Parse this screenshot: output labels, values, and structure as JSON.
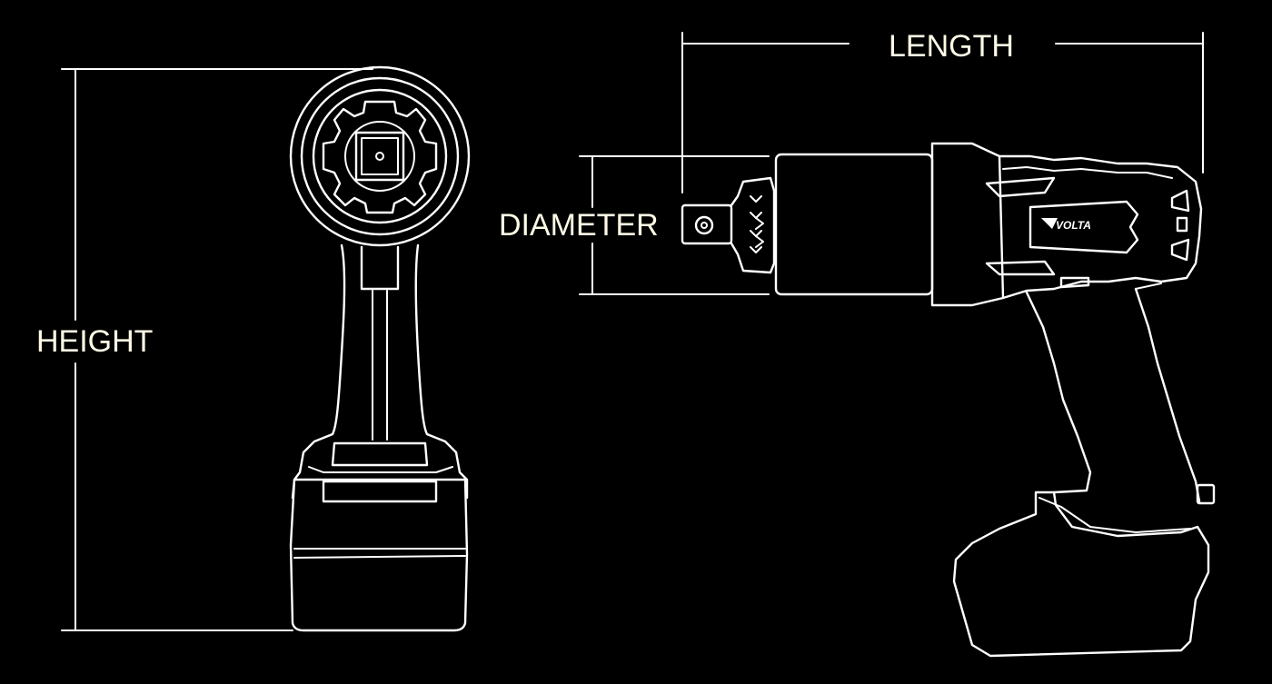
{
  "labels": {
    "height": "HEIGHT",
    "length": "LENGTH",
    "diameter": "DIAMETER"
  },
  "brand": {
    "logo_text": "VOLTA"
  },
  "colors": {
    "background": "#000000",
    "line": "#ffffff",
    "label": "#fffbe6"
  }
}
